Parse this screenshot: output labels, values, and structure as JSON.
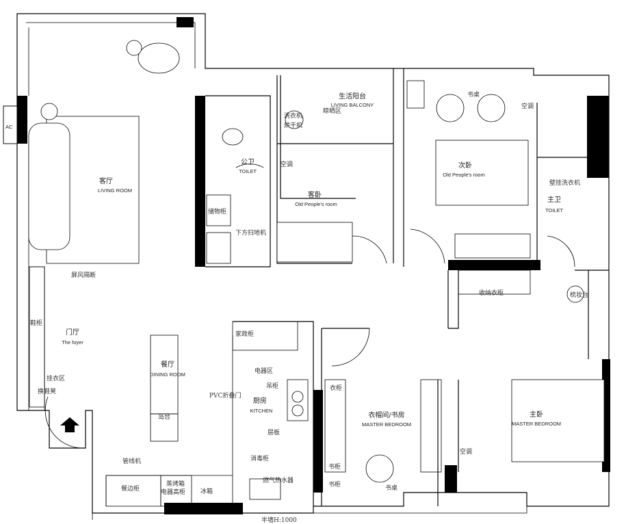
{
  "rooms": {
    "living": {
      "cn": "客厅",
      "en": "LIVING ROOM"
    },
    "public_toilet": {
      "cn": "公卫",
      "en": "TOILET"
    },
    "balcony": {
      "cn": "生活阳台",
      "en": "LIVING BALCONY"
    },
    "guest_room": {
      "cn": "客卧",
      "en": "Old People's room"
    },
    "second_bedroom": {
      "cn": "次卧",
      "en": "Old People's room"
    },
    "master_toilet": {
      "cn": "主卫",
      "en": "TOILET"
    },
    "foyer": {
      "cn": "门厅",
      "en": "The foyer"
    },
    "dining": {
      "cn": "餐厅",
      "en": "DINING ROOM"
    },
    "kitchen": {
      "cn": "厨房",
      "en": "KITCHEN"
    },
    "study": {
      "cn": "衣帽间/书房",
      "en": "MASTER BEDROOM"
    },
    "master_bedroom": {
      "cn": "主卧",
      "en": "MASTER BEDROOM"
    }
  },
  "labels": {
    "ac_outdoor": "AC",
    "storage_cabinet": "储物柜",
    "robot_vacuum": "下方扫地机",
    "drying_area": "晾晒区",
    "washer": "洗衣机",
    "dryer": "烘干机",
    "aircon": "空调",
    "desk": "书桌",
    "wall_washer": "壁挂洗衣机",
    "dresser": "梳妆台",
    "wardrobe_storage": "收纳衣柜",
    "screen_partition": "屏风隔断",
    "shoe_cabinet": "鞋柜",
    "coat_area": "挂衣区",
    "shoe_bench": "换鞋凳",
    "island": "岛台",
    "water_dispenser": "管线机",
    "sideboard": "餐边柜",
    "steam_oven": "蒸烤箱",
    "appliance_tall": "电器高柜",
    "fridge": "冰箱",
    "housekeeping_cabinet": "家政柜",
    "appliance_area": "电器区",
    "wall_cabinet": "吊柜",
    "pvc_door": "PVC折叠门",
    "shelf": "层板",
    "sterilizer": "消毒柜",
    "gas_heater": "燃气热水器",
    "wardrobe": "衣柜",
    "bookcase": "书柜",
    "half_wall": "半墙H:1000"
  }
}
